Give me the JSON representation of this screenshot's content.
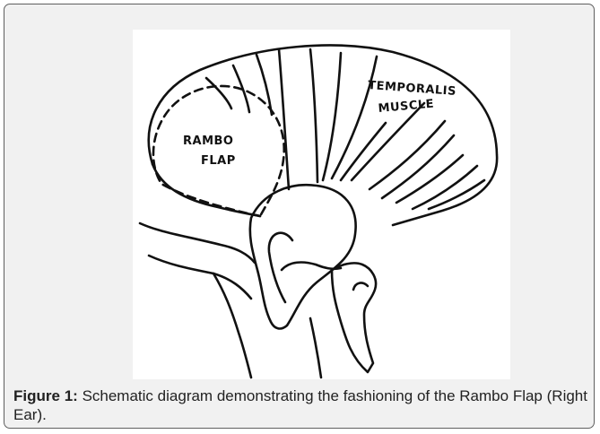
{
  "figure": {
    "labels": {
      "rambo_line1": "RAMBO",
      "rambo_line2": "FLAP",
      "temporalis_line1": "TEMPORALIS",
      "temporalis_line2": "MUSCLE"
    },
    "caption": {
      "label": "Figure 1:",
      "text": " Schematic diagram demonstrating the fashioning of the Rambo Flap (Right Ear)."
    }
  }
}
